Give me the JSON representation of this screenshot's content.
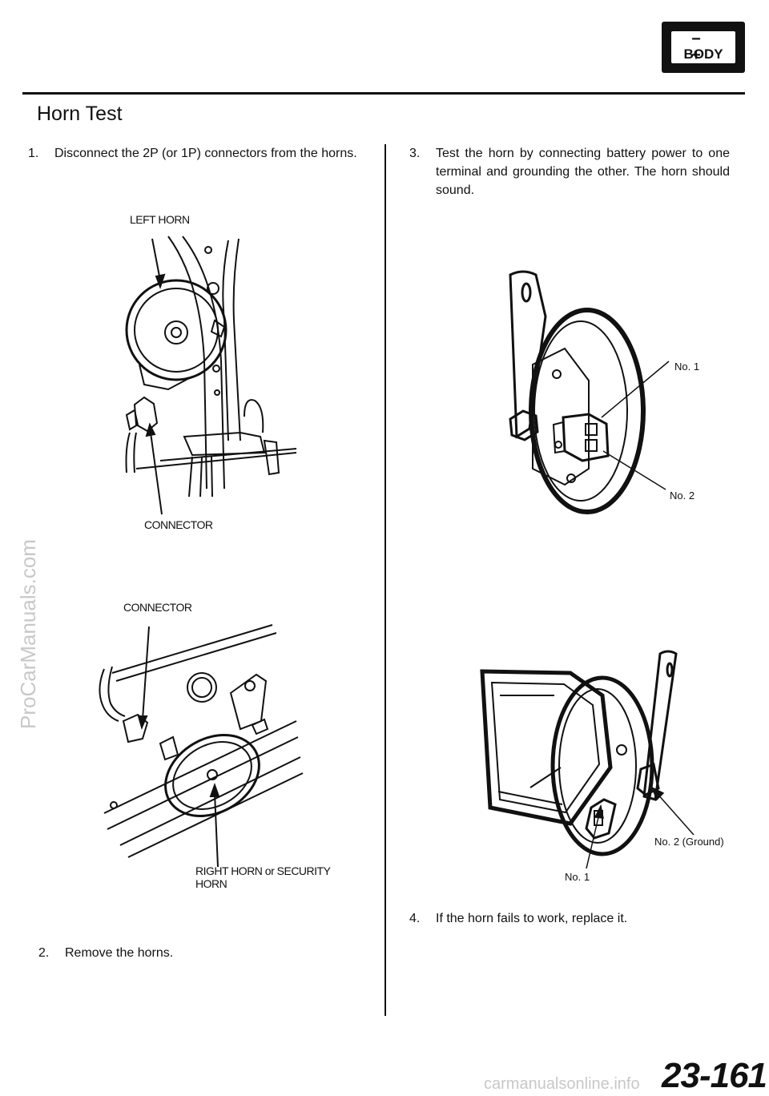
{
  "badge": {
    "signs": "− +",
    "label": "BODY"
  },
  "title": "Horn Test",
  "steps": [
    {
      "num": "1.",
      "text": "Disconnect the 2P (or 1P) connectors from the horns."
    },
    {
      "num": "2.",
      "text": "Remove the horns."
    },
    {
      "num": "3.",
      "text": "Test the horn by connecting battery power to one terminal and grounding the other. The horn should sound."
    },
    {
      "num": "4.",
      "text": "If the horn fails to work, replace it."
    }
  ],
  "figures": {
    "left_horn": {
      "label_horn": "LEFT HORN",
      "label_connector": "CONNECTOR"
    },
    "right_horn": {
      "label_connector": "CONNECTOR",
      "label_horn_line1": "RIGHT HORN or SECURITY",
      "label_horn_line2": "HORN"
    },
    "horn_terminals_a": {
      "no1": "No. 1",
      "no2": "No. 2"
    },
    "horn_terminals_b": {
      "no2": "No. 2 (Ground)",
      "no1": "No. 1"
    }
  },
  "watermark": "ProCarManuals.com",
  "page_number": "23-161",
  "footer_watermark": "carmanualsonline.info"
}
